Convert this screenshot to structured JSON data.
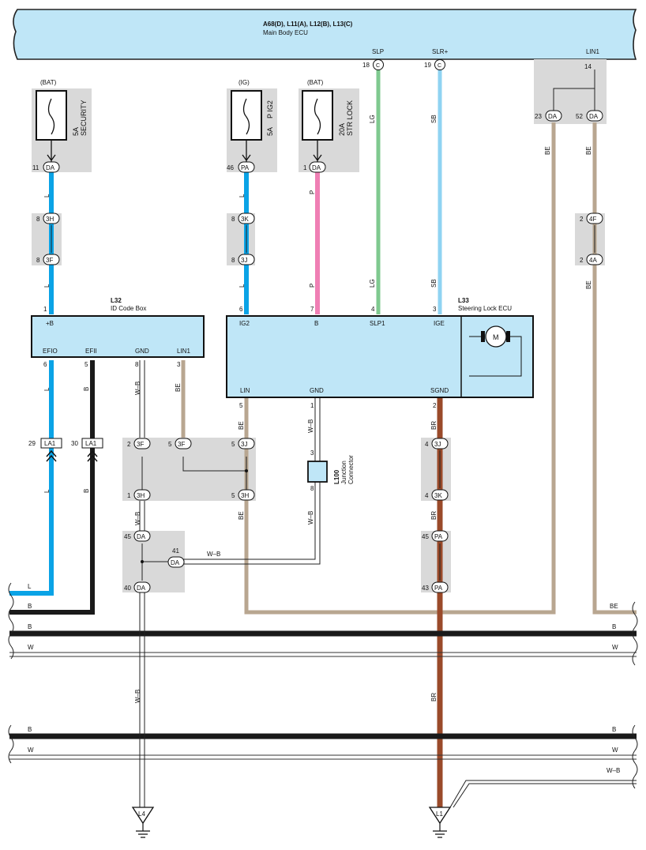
{
  "colors": {
    "L": "#0aa3e6",
    "B": "#1a1a1a",
    "BE": "#b8a690",
    "P": "#ef7fb4",
    "LG": "#7fc98f",
    "SB": "#8fd3f2",
    "BR": "#9a4a2a",
    "ecu_fill": "#bfe6f7",
    "gray_fill": "#d9d9d9"
  },
  "main_ecu": {
    "connectors": "A68(D), L11(A), L12(B), L13(C)",
    "name": "Main Body ECU",
    "pins": {
      "slp": "SLP",
      "slr": "SLR+",
      "lin1": "LIN1"
    }
  },
  "fuses": {
    "security": {
      "source": "(BAT)",
      "rating": "5A",
      "name": "SECURITY"
    },
    "ig2": {
      "source": "(IG)",
      "rating": "5A",
      "name": "P IG2"
    },
    "strlock": {
      "source": "(BAT)",
      "rating": "20A",
      "name": "STR LOCK"
    }
  },
  "id_box": {
    "ref": "L32",
    "name": "ID Code Box",
    "pins": {
      "b": "+B",
      "efio": "EFIO",
      "efii": "EFII",
      "gnd": "GND",
      "lin1": "LIN1"
    }
  },
  "steer_ecu": {
    "ref": "L33",
    "name": "Steering Lock ECU",
    "pins": {
      "ig2": "IG2",
      "b": "B",
      "slp1": "SLP1",
      "ige": "IGE",
      "lin": "LIN",
      "gnd": "GND",
      "sgnd": "SGND"
    },
    "motor": "M"
  },
  "junction": {
    "ref": "L100",
    "line1": "Junction",
    "line2": "Connector"
  },
  "grounds": {
    "l4": "L4",
    "l1": "L1"
  },
  "connectors": {
    "da": "DA",
    "pa": "PA",
    "c": "C",
    "h3": "3H",
    "f3": "3F",
    "k3": "3K",
    "j3": "3J",
    "f4": "4F",
    "a4": "4A",
    "la1": "LA1"
  },
  "pin_numbers": {
    "n11": "11",
    "n46": "46",
    "n1": "1",
    "n18": "18",
    "n19": "19",
    "n14": "14",
    "n23": "23",
    "n52": "52",
    "n8": "8",
    "n2": "2",
    "n6": "6",
    "n7": "7",
    "n4": "4",
    "n3": "3",
    "n5": "5",
    "n29": "29",
    "n30": "30",
    "n45": "45",
    "n41": "41",
    "n40": "40",
    "n43": "43"
  },
  "wires": {
    "l": "L",
    "b": "B",
    "be": "BE",
    "p": "P",
    "lg": "LG",
    "sb": "SB",
    "wb": "W–B",
    "br": "BR",
    "w": "W"
  }
}
